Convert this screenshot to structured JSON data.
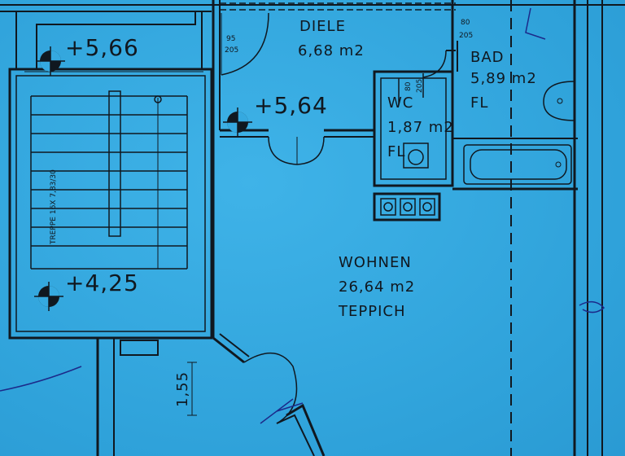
{
  "rooms": {
    "diele": {
      "name": "DIELE",
      "area": "6,68 m2"
    },
    "bad": {
      "name": "BAD",
      "area": "5,89 m2",
      "floor": "FL"
    },
    "wc": {
      "name": "WC",
      "area": "1,87 m2",
      "floor": "FL"
    },
    "wohnen": {
      "name": "WOHNEN",
      "area": "26,64 m2",
      "floor": "TEPPICH"
    }
  },
  "levels": {
    "top": "+5,66",
    "landing": "+5,64",
    "bottom": "+4,25"
  },
  "stairs": {
    "label": "TREPPE 16X 7,83/30"
  },
  "doors": {
    "diele_door": {
      "width": "95",
      "height": "205"
    },
    "bad_door": {
      "width": "80",
      "height": "205"
    },
    "wc_door": {
      "width": "80",
      "height": "205"
    }
  },
  "dimensions": {
    "height_mark": "1,55"
  },
  "colors": {
    "paper": "#35a9e0",
    "ink": "#101820",
    "pen": "#1c2a8a"
  }
}
